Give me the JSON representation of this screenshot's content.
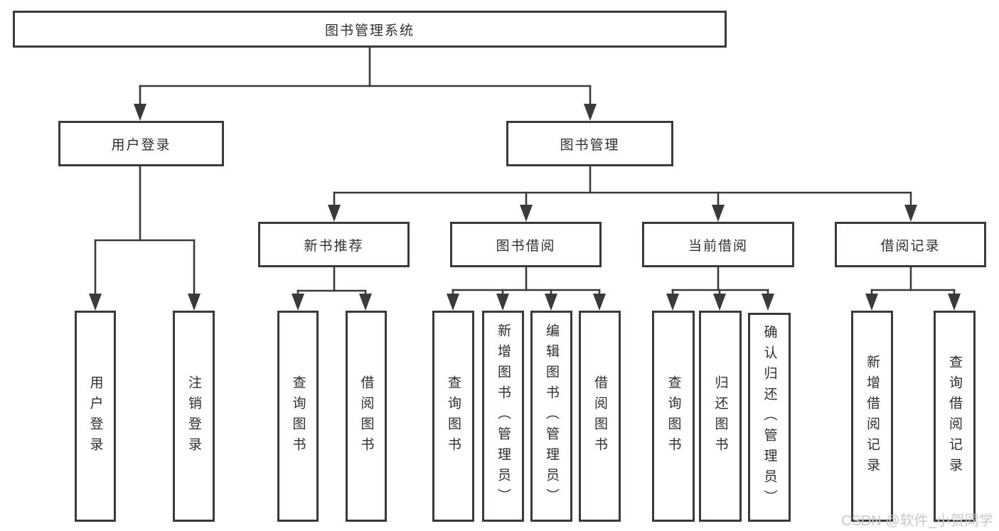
{
  "tree": {
    "label": "图书管理系统",
    "children": [
      {
        "label": "用户登录",
        "children": [
          {
            "label": "用户登录"
          },
          {
            "label": "注销登录"
          }
        ]
      },
      {
        "label": "图书管理",
        "children": [
          {
            "label": "新书推荐",
            "children": [
              {
                "label": "查询图书"
              },
              {
                "label": "借阅图书"
              }
            ]
          },
          {
            "label": "图书借阅",
            "children": [
              {
                "label": "查询图书"
              },
              {
                "label": "新增图书（管理员）"
              },
              {
                "label": "编辑图书（管理员）"
              },
              {
                "label": "借阅图书"
              }
            ]
          },
          {
            "label": "当前借阅",
            "children": [
              {
                "label": "查询图书"
              },
              {
                "label": "归还图书"
              },
              {
                "label": "确认归还（管理员）"
              }
            ]
          },
          {
            "label": "借阅记录",
            "children": [
              {
                "label": "新增借阅记录"
              },
              {
                "label": "查询借阅记录"
              }
            ]
          }
        ]
      }
    ]
  },
  "watermark": "CSDN @软件_小贺同学",
  "colors": {
    "line": "#3a3a3a",
    "box_border": "#3a3a3a",
    "text": "#2e2e2e",
    "watermark": "#c9c9c9",
    "background": "#ffffff"
  }
}
